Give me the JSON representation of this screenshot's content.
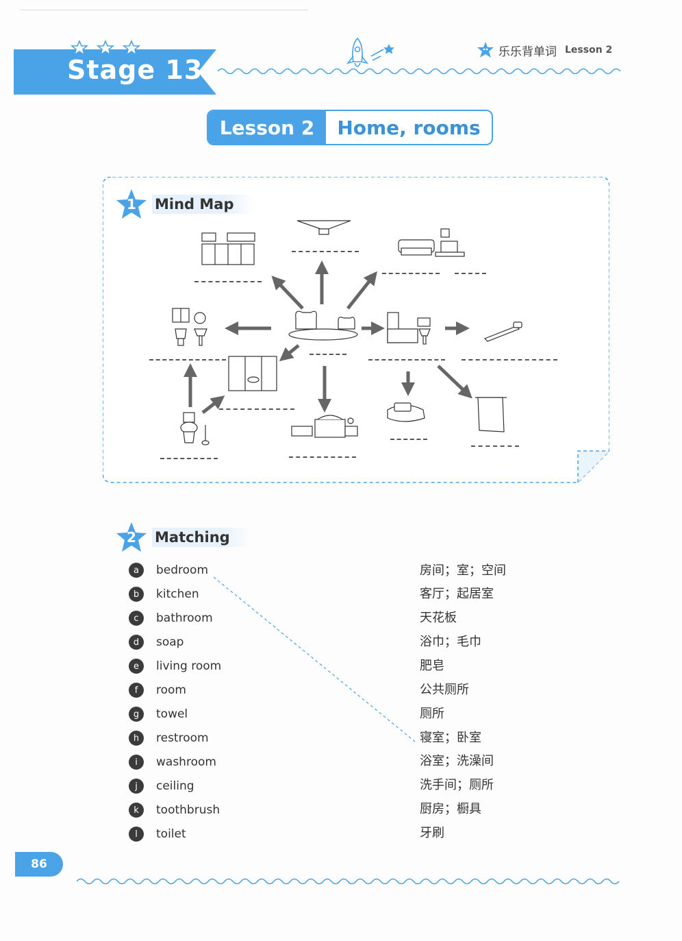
{
  "header": {
    "stage": "Stage 13",
    "book_title": "乐乐背单词",
    "lesson_label": "Lesson 2"
  },
  "lesson": {
    "number": "Lesson 2",
    "title": "Home, rooms"
  },
  "mind_map": {
    "number": "1",
    "title": "Mind Map"
  },
  "matching": {
    "number": "2",
    "title": "Matching",
    "english": [
      {
        "letter": "a",
        "word": "bedroom"
      },
      {
        "letter": "b",
        "word": "kitchen"
      },
      {
        "letter": "c",
        "word": "bathroom"
      },
      {
        "letter": "d",
        "word": "soap"
      },
      {
        "letter": "e",
        "word": "living room"
      },
      {
        "letter": "f",
        "word": "room"
      },
      {
        "letter": "g",
        "word": "towel"
      },
      {
        "letter": "h",
        "word": "restroom"
      },
      {
        "letter": "i",
        "word": "washroom"
      },
      {
        "letter": "j",
        "word": "ceiling"
      },
      {
        "letter": "k",
        "word": "toothbrush"
      },
      {
        "letter": "l",
        "word": "toilet"
      }
    ],
    "chinese": [
      "房间；室；空间",
      "客厅；起居室",
      "天花板",
      "浴巾；毛巾",
      "肥皂",
      "公共厕所",
      "厕所",
      "寝室；卧室",
      "浴室；洗澡间",
      "洗手间；厕所",
      "厨房；橱具",
      "牙刷"
    ]
  },
  "page_number": "86",
  "colors": {
    "accent": "#4aa3e6",
    "accent_light": "#e6f1fb"
  }
}
